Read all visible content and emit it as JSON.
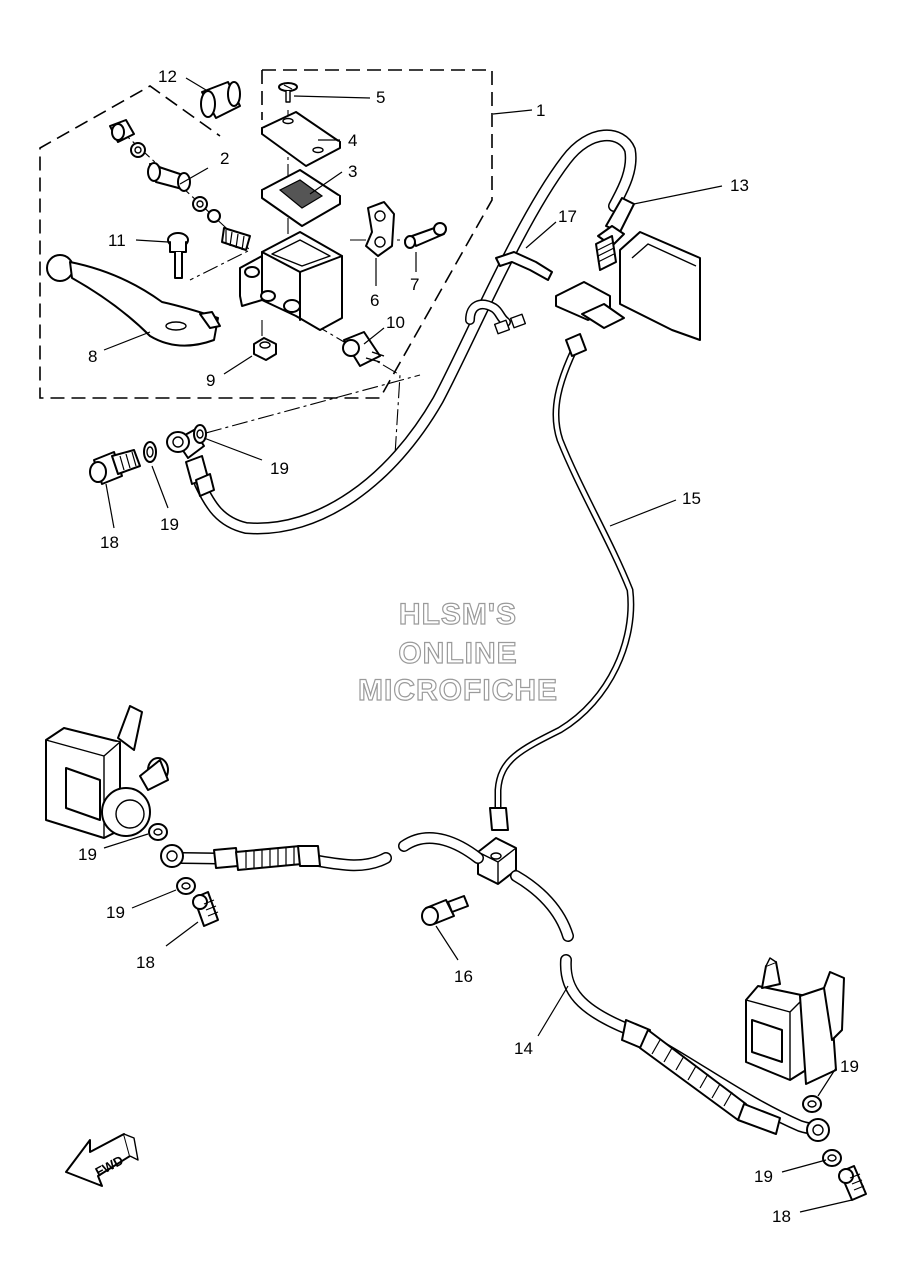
{
  "watermark": {
    "line1": "HLSM'S",
    "line2": "ONLINE",
    "line3": "MICROFICHE"
  },
  "direction_label": "FWD",
  "callouts": {
    "c1": "1",
    "c2": "2",
    "c3": "3",
    "c4": "4",
    "c5": "5",
    "c6": "6",
    "c7": "7",
    "c8": "8",
    "c9": "9",
    "c10": "10",
    "c11": "11",
    "c12": "12",
    "c13": "13",
    "c14": "14",
    "c15": "15",
    "c16": "16",
    "c17": "17",
    "c18a": "18",
    "c18b": "18",
    "c18c": "18",
    "c19a": "19",
    "c19b": "19",
    "c19c": "19",
    "c19d": "19",
    "c19e": "19",
    "c19f": "19"
  }
}
